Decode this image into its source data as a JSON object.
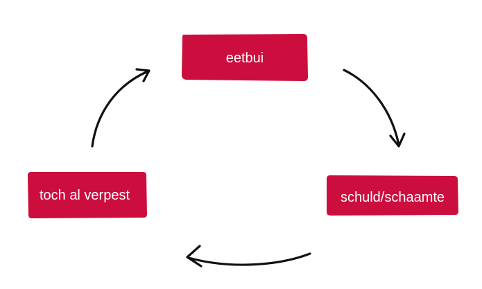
{
  "diagram": {
    "type": "cycle",
    "node_color": "#cc0e3e",
    "text_color": "#ffffff",
    "arrow_color": "#111111",
    "nodes": [
      {
        "id": "eetbui",
        "label": "eetbui"
      },
      {
        "id": "schuld",
        "label": "schuld/schaamte"
      },
      {
        "id": "verpest",
        "label": "toch al verpest"
      }
    ],
    "edges": [
      {
        "from": "eetbui",
        "to": "schuld"
      },
      {
        "from": "schuld",
        "to": "verpest"
      },
      {
        "from": "verpest",
        "to": "eetbui"
      }
    ]
  }
}
